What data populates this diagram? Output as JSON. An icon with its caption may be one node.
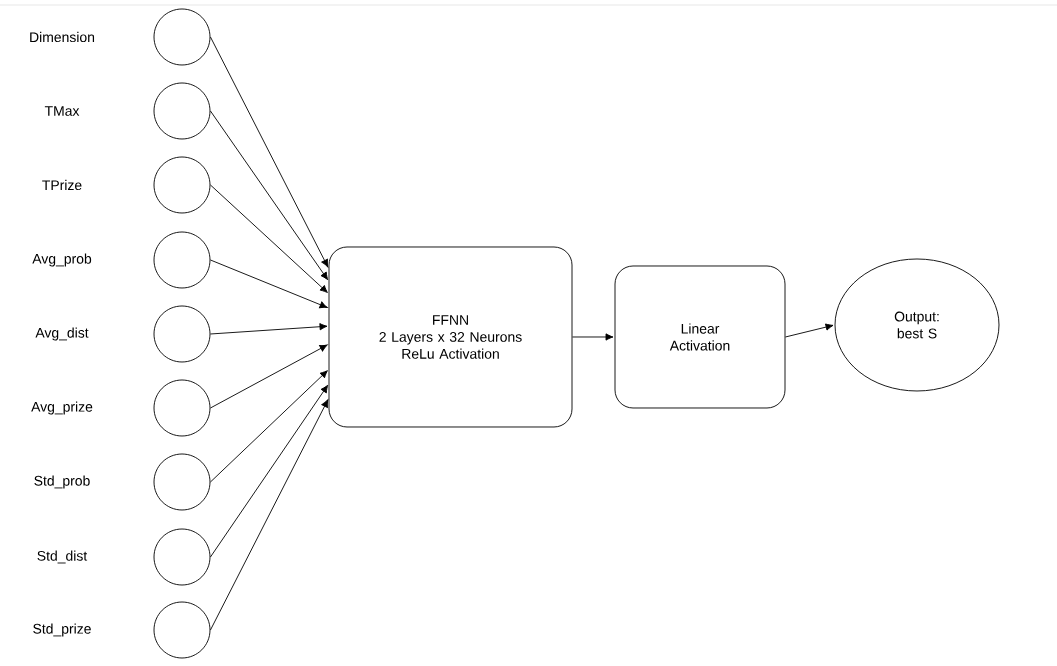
{
  "diagram": {
    "nodes": [
      {
        "text": [],
        "shape": "circle"
      },
      {
        "text": [],
        "shape": "circle"
      },
      {
        "text": [],
        "shape": "circle"
      },
      {
        "text": [],
        "shape": "circle"
      },
      {
        "text": [],
        "shape": "circle"
      },
      {
        "text": [],
        "shape": "circle"
      },
      {
        "text": [],
        "shape": "circle"
      },
      {
        "text": [],
        "shape": "circle"
      },
      {
        "text": [],
        "shape": "circle"
      },
      {
        "text": [
          "FFNN",
          "2 Layers x 32 Neurons ReLu Activation"
        ]
      },
      {
        "text": [
          "Linear Activation"
        ]
      },
      {
        "text": [
          "Output: best S"
        ]
      }
    ],
    "edges": [
      {
        "from": 0,
        "to": 9,
        "arrow": "to"
      },
      {
        "from": 1,
        "to": 9,
        "arrow": "to"
      },
      {
        "from": 2,
        "to": 9,
        "arrow": "to"
      },
      {
        "from": 3,
        "to": 9,
        "arrow": "to"
      },
      {
        "from": 4,
        "to": 9,
        "arrow": "to"
      },
      {
        "from": 5,
        "to": 9,
        "arrow": "to"
      },
      {
        "from": 6,
        "to": 9,
        "arrow": "to"
      },
      {
        "from": 7,
        "to": 9,
        "arrow": "to"
      },
      {
        "from": 8,
        "to": 9,
        "arrow": "to"
      },
      {
        "from": 9,
        "to": 10,
        "arrow": "to"
      },
      {
        "from": 10,
        "to": 11,
        "arrow": "to"
      }
    ],
    "labels": [
      "Dimension",
      "TMax",
      "TPrize",
      "Avg_prob",
      "Avg_dist",
      "Avg_prize",
      "Std_prob",
      "Std_dist",
      "Std_prize"
    ]
  }
}
